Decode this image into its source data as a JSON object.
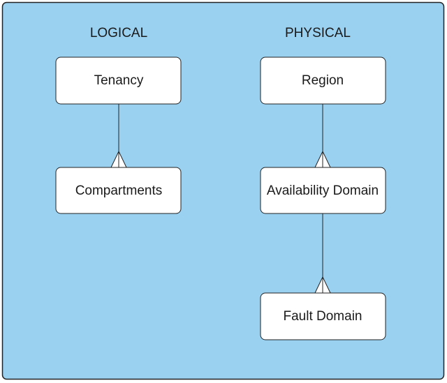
{
  "colors": {
    "background": "#9ad1f1",
    "box_fill": "#ffffff",
    "stroke": "#222222",
    "text": "#1a1a1a"
  },
  "columns": {
    "logical": {
      "heading": "LOGICAL",
      "boxes": [
        "Tenancy",
        "Compartments"
      ]
    },
    "physical": {
      "heading": "PHYSICAL",
      "boxes": [
        "Region",
        "Availability Domain",
        "Fault Domain"
      ]
    }
  },
  "relationships": [
    {
      "from": "Tenancy",
      "to": "Compartments",
      "type": "one-to-many"
    },
    {
      "from": "Region",
      "to": "Availability Domain",
      "type": "one-to-many"
    },
    {
      "from": "Availability Domain",
      "to": "Fault Domain",
      "type": "one-to-many"
    }
  ]
}
